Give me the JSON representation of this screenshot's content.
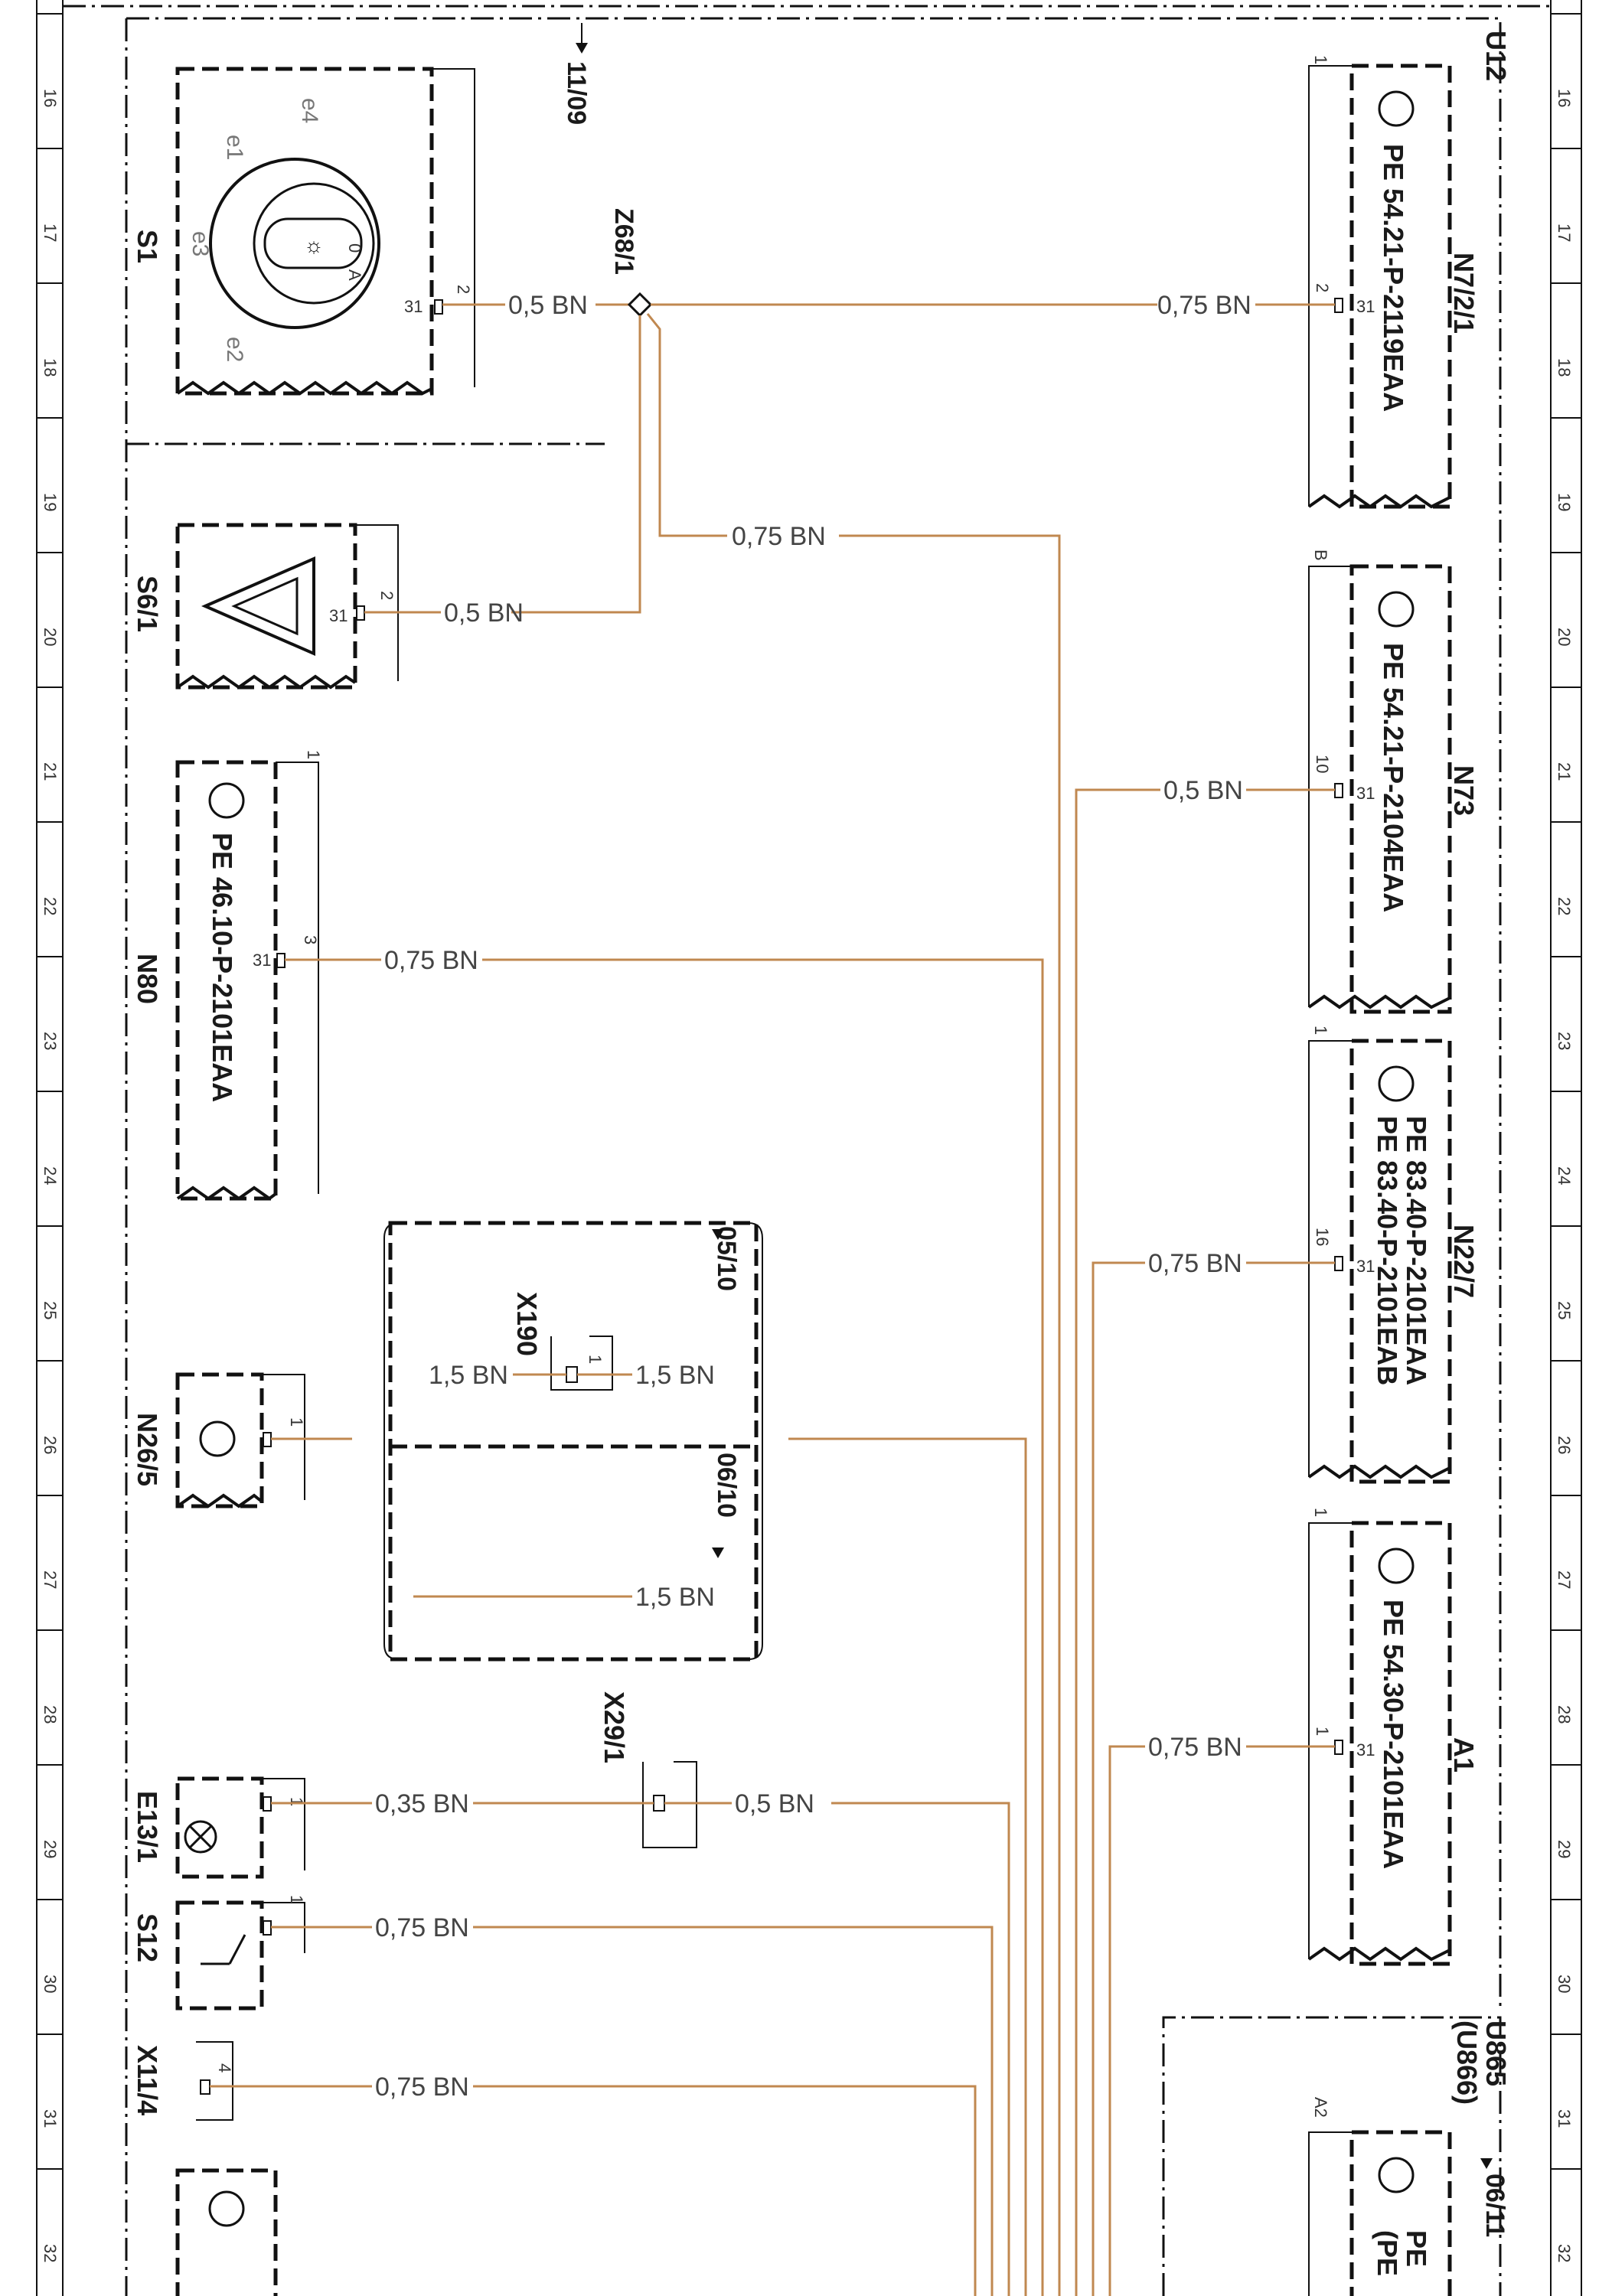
{
  "grid": {
    "numbers": [
      "16",
      "17",
      "18",
      "19",
      "20",
      "21",
      "22",
      "23",
      "24",
      "25",
      "26",
      "27",
      "28",
      "29",
      "30",
      "31",
      "32"
    ]
  },
  "references": {
    "top": "11/09",
    "x190_ref1": "05/10",
    "x190_ref2": "06/10",
    "u865_ref": "06/11"
  },
  "modules": {
    "u12": "U12",
    "u865": "U865",
    "u866": "(U866)"
  },
  "components": {
    "s1": "S1",
    "s6_1": "S6/1",
    "n80": "N80",
    "n26_5": "N26/5",
    "x190": "X190",
    "x29_1": "X29/1",
    "e13_1": "E13/1",
    "s12": "S12",
    "x11_4": "X11/4",
    "n7_1": "N7/2/1",
    "n73": "N73",
    "n22_7": "N22/7",
    "a1": "A1",
    "z68": "Z68/1"
  },
  "pe_codes": {
    "n80": "PE 46.10-P-2101EAA",
    "n7_1": "PE 54.21-P-2119EAA",
    "n73": "PE 54.21-P-2104EAA",
    "n22_7_a": "PE 83.40-P-2101EAA",
    "n22_7_b": "PE 83.40-P-2101EAB",
    "a1": "PE 54.30-P-2101EAA",
    "u865_a": "PE",
    "u865_b": "(PE"
  },
  "wires": {
    "s1": "0,5 BN",
    "s6_1": "0,5 BN",
    "z68_down": "0,75 BN",
    "n80": "0,75 BN",
    "x190_left": "1,5 BN",
    "x190_right": "1,5 BN",
    "ref2": "1,5 BN",
    "e13_1": "0,35 BN",
    "x29_1": "0,5 BN",
    "s12": "0,75 BN",
    "x11_4": "0,75 BN",
    "n7_1": "0,75 BN",
    "n73": "0,5 BN",
    "n22_7": "0,75 BN",
    "a1": "0,75 BN"
  },
  "pins": {
    "p31": "31",
    "p1": "1",
    "p2": "2",
    "p3": "3",
    "p4": "4",
    "p10": "10",
    "p16": "16",
    "pB": "B",
    "pA2": "A2"
  },
  "switch_positions": {
    "e1": "e1",
    "e2": "e2",
    "e3": "e3",
    "e4": "e4",
    "zero": "0",
    "a": "A"
  }
}
